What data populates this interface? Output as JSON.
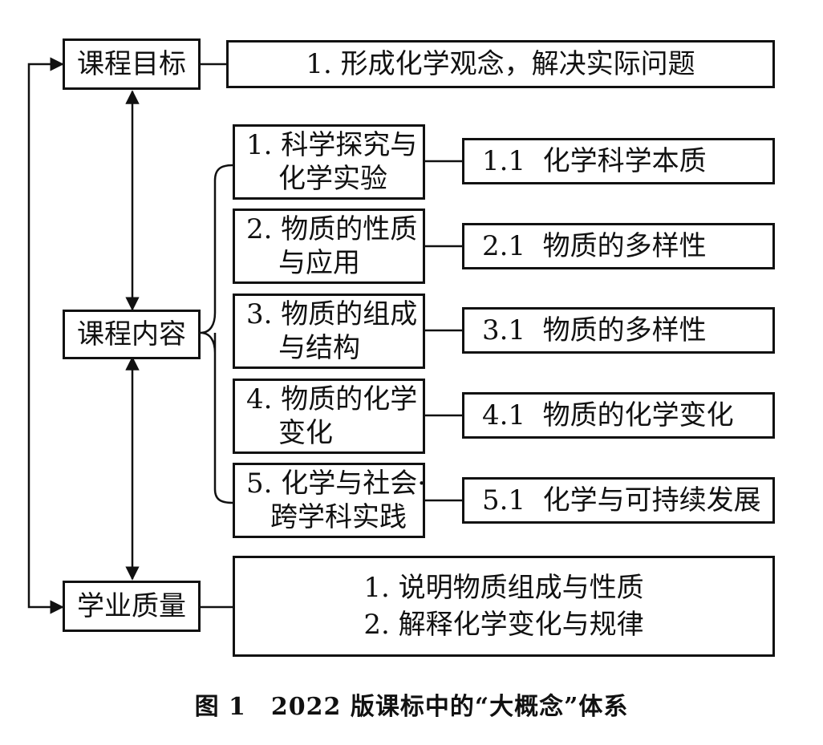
{
  "main_nodes": {
    "goal": "课程目标",
    "content": "课程内容",
    "quality": "学业质量"
  },
  "goal_detail": "1. 形成化学观念，解决实际问题",
  "themes": [
    {
      "line1": "1. 科学探究与",
      "line2": "化学实验",
      "concept": "1.1  化学科学本质"
    },
    {
      "line1": "2. 物质的性质",
      "line2": "与应用",
      "concept": "2.1  物质的多样性"
    },
    {
      "line1": "3. 物质的组成",
      "line2": "与结构",
      "concept": "3.1  物质的多样性"
    },
    {
      "line1": "4. 物质的化学",
      "line2": "变化",
      "concept": "4.1  物质的化学变化"
    },
    {
      "line1": "5. 化学与社会·",
      "line2": "跨学科实践",
      "concept": "5.1  化学与可持续发展"
    }
  ],
  "quality_detail": {
    "line1": "1. 说明物质组成与性质",
    "line2": "2. 解释化学变化与规律"
  },
  "caption": "图 1　2022 版课标中的“大概念”体系"
}
